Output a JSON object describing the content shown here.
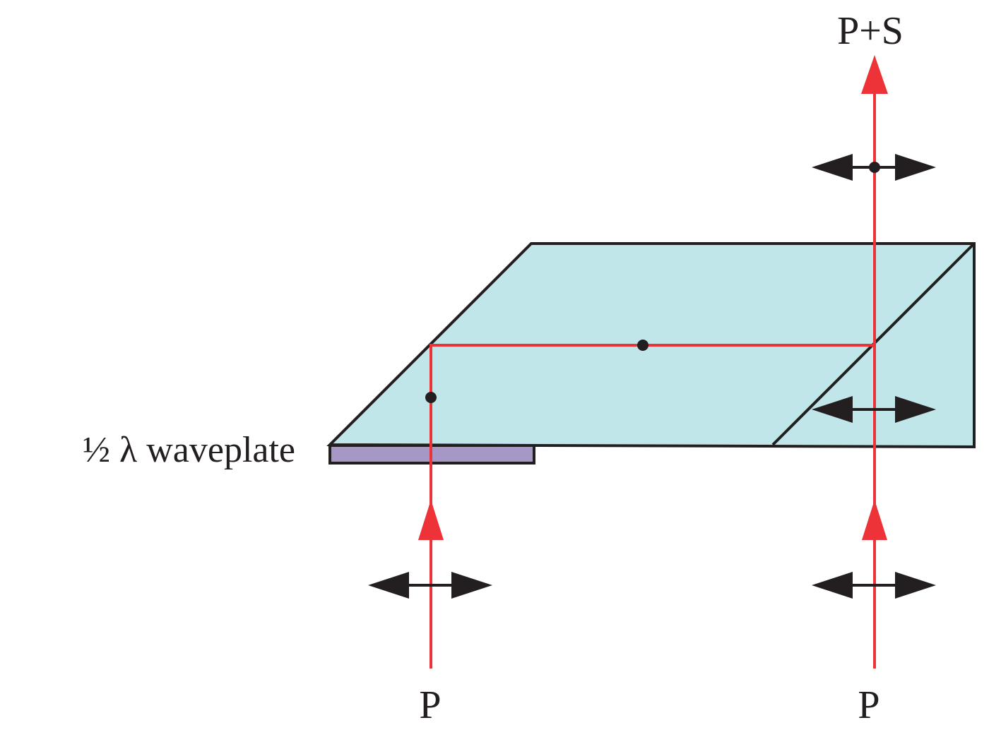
{
  "labels": {
    "output_beam": "P+S",
    "input_left": "P",
    "input_right": "P",
    "waveplate": "½ λ waveplate"
  },
  "colors": {
    "prism_fill": "#c0e6ea",
    "waveplate_fill": "#a797c7",
    "beam": "#ee3338",
    "outline": "#231f20"
  }
}
